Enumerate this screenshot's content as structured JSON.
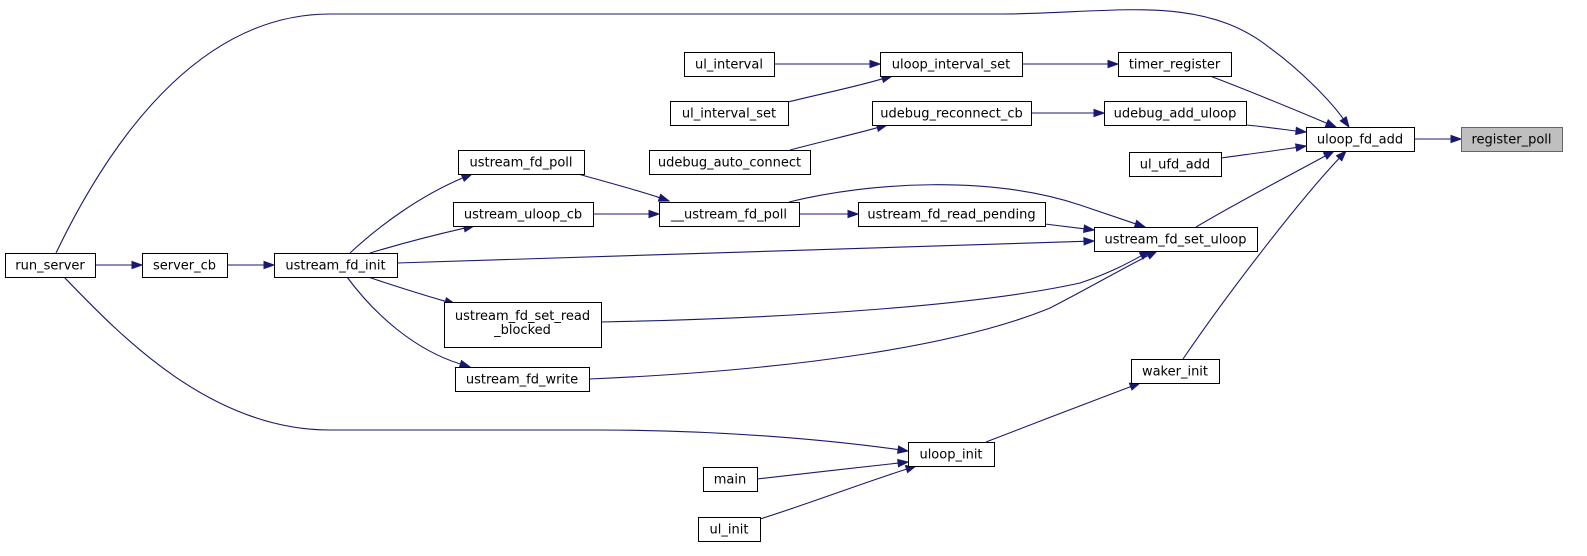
{
  "graph": {
    "nodes": [
      {
        "id": "register_poll",
        "label": "register_poll",
        "root": true
      },
      {
        "id": "uloop_fd_add",
        "label": "uloop_fd_add"
      },
      {
        "id": "timer_register",
        "label": "timer_register"
      },
      {
        "id": "udebug_add_uloop",
        "label": "udebug_add_uloop"
      },
      {
        "id": "ul_ufd_add",
        "label": "ul_ufd_add"
      },
      {
        "id": "ustream_fd_set_uloop",
        "label": "ustream_fd_set_uloop"
      },
      {
        "id": "waker_init",
        "label": "waker_init"
      },
      {
        "id": "uloop_interval_set",
        "label": "uloop_interval_set"
      },
      {
        "id": "ul_interval",
        "label": "ul_interval"
      },
      {
        "id": "ul_interval_set",
        "label": "ul_interval_set"
      },
      {
        "id": "udebug_reconnect_cb",
        "label": "udebug_reconnect_cb"
      },
      {
        "id": "udebug_auto_connect",
        "label": "udebug_auto_connect"
      },
      {
        "id": "ustream_fd_read_pending",
        "label": "ustream_fd_read_pending"
      },
      {
        "id": "__ustream_fd_poll",
        "label": "__ustream_fd_poll"
      },
      {
        "id": "ustream_fd_poll",
        "label": "ustream_fd_poll"
      },
      {
        "id": "ustream_uloop_cb",
        "label": "ustream_uloop_cb"
      },
      {
        "id": "ustream_fd_init",
        "label": "ustream_fd_init"
      },
      {
        "id": "ustream_fd_set_read_blocked",
        "label_lines": [
          "ustream_fd_set_read",
          "_blocked"
        ]
      },
      {
        "id": "ustream_fd_write",
        "label": "ustream_fd_write"
      },
      {
        "id": "server_cb",
        "label": "server_cb"
      },
      {
        "id": "run_server",
        "label": "run_server"
      },
      {
        "id": "uloop_init",
        "label": "uloop_init"
      },
      {
        "id": "main",
        "label": "main"
      },
      {
        "id": "ul_init",
        "label": "ul_init"
      }
    ],
    "edges": [
      {
        "from": "uloop_fd_add",
        "to": "register_poll"
      },
      {
        "from": "timer_register",
        "to": "uloop_fd_add"
      },
      {
        "from": "udebug_add_uloop",
        "to": "uloop_fd_add"
      },
      {
        "from": "ul_ufd_add",
        "to": "uloop_fd_add"
      },
      {
        "from": "ustream_fd_set_uloop",
        "to": "uloop_fd_add"
      },
      {
        "from": "waker_init",
        "to": "uloop_fd_add"
      },
      {
        "from": "run_server",
        "to": "uloop_fd_add"
      },
      {
        "from": "uloop_interval_set",
        "to": "timer_register"
      },
      {
        "from": "ul_interval",
        "to": "uloop_interval_set"
      },
      {
        "from": "ul_interval_set",
        "to": "uloop_interval_set"
      },
      {
        "from": "udebug_reconnect_cb",
        "to": "udebug_add_uloop"
      },
      {
        "from": "udebug_auto_connect",
        "to": "udebug_reconnect_cb"
      },
      {
        "from": "ustream_fd_read_pending",
        "to": "ustream_fd_set_uloop"
      },
      {
        "from": "__ustream_fd_poll",
        "to": "ustream_fd_set_uloop"
      },
      {
        "from": "ustream_fd_init",
        "to": "ustream_fd_set_uloop"
      },
      {
        "from": "ustream_fd_set_read_blocked",
        "to": "ustream_fd_set_uloop"
      },
      {
        "from": "ustream_fd_write",
        "to": "ustream_fd_set_uloop"
      },
      {
        "from": "__ustream_fd_poll",
        "to": "ustream_fd_read_pending"
      },
      {
        "from": "ustream_fd_poll",
        "to": "__ustream_fd_poll"
      },
      {
        "from": "ustream_uloop_cb",
        "to": "__ustream_fd_poll"
      },
      {
        "from": "ustream_fd_init",
        "to": "ustream_fd_poll"
      },
      {
        "from": "ustream_fd_init",
        "to": "ustream_uloop_cb"
      },
      {
        "from": "ustream_fd_init",
        "to": "ustream_fd_set_read_blocked"
      },
      {
        "from": "ustream_fd_init",
        "to": "ustream_fd_write"
      },
      {
        "from": "server_cb",
        "to": "ustream_fd_init"
      },
      {
        "from": "run_server",
        "to": "server_cb"
      },
      {
        "from": "uloop_init",
        "to": "waker_init"
      },
      {
        "from": "run_server",
        "to": "uloop_init"
      },
      {
        "from": "main",
        "to": "uloop_init"
      },
      {
        "from": "ul_init",
        "to": "uloop_init"
      }
    ],
    "colors": {
      "edge": "#191970",
      "node_border": "#000000",
      "node_fill": "#ffffff",
      "root_fill": "#bfbfbf",
      "root_border": "#666666"
    }
  }
}
